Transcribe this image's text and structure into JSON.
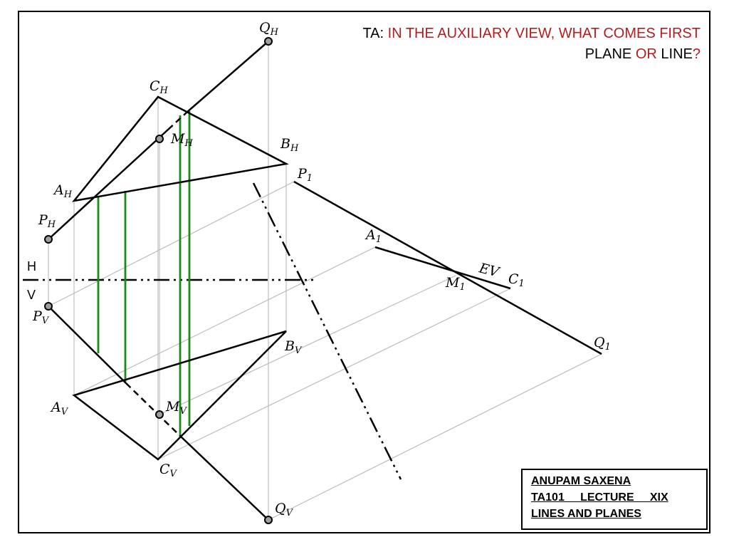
{
  "question": {
    "prefix": "TA: ",
    "line1": "IN THE AUXILIARY VIEW, WHAT COMES FIRST",
    "w_plane": "PLANE",
    "w_or": " OR ",
    "w_line": "LINE",
    "w_q": "?"
  },
  "credit": {
    "name": "ANUPAM SAXENA",
    "course": "TA101     LECTURE     XIX",
    "topic": "LINES AND PLANES"
  },
  "reference_line": {
    "h": "H",
    "v": "V"
  },
  "labels": {
    "qh": {
      "base": "Q",
      "sub": "H"
    },
    "ch": {
      "base": "C",
      "sub": "H"
    },
    "mh": {
      "base": "M",
      "sub": "H"
    },
    "bh": {
      "base": "B",
      "sub": "H"
    },
    "ah": {
      "base": "A",
      "sub": "H"
    },
    "ph": {
      "base": "P",
      "sub": "H"
    },
    "pv": {
      "base": "P",
      "sub": "V"
    },
    "bv": {
      "base": "B",
      "sub": "V"
    },
    "av": {
      "base": "A",
      "sub": "V"
    },
    "mv": {
      "base": "M",
      "sub": "V"
    },
    "cv": {
      "base": "C",
      "sub": "V"
    },
    "qv": {
      "base": "Q",
      "sub": "V"
    },
    "p1": {
      "base": "P",
      "sub": "1"
    },
    "a1": {
      "base": "A",
      "sub": "1"
    },
    "m1": {
      "base": "M",
      "sub": "1"
    },
    "c1": {
      "base": "C",
      "sub": "1"
    },
    "q1": {
      "base": "Q",
      "sub": "1"
    },
    "ev": "EV"
  },
  "colors": {
    "highlight": "#b71c1c",
    "projector": "#bdbdbd",
    "construction": "#1b8a1b",
    "line": "#000000"
  }
}
